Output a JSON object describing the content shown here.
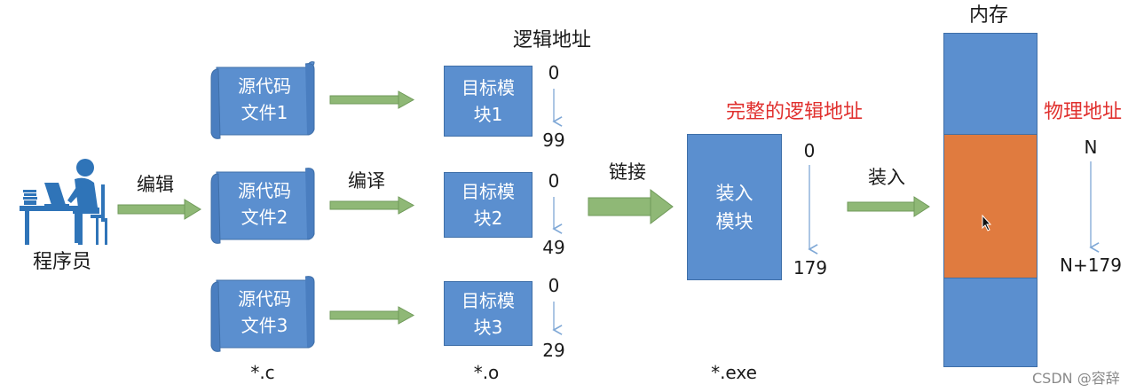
{
  "programmer": {
    "label": "程序员",
    "icon": "programmer-at-computer-icon"
  },
  "edit_label": "编辑",
  "compile_label": "编译",
  "link_label": "链接",
  "load_label": "装入",
  "source_files": [
    {
      "label": "源代码\n文件1"
    },
    {
      "label": "源代码\n文件2"
    },
    {
      "label": "源代码\n文件3"
    }
  ],
  "object_modules": [
    {
      "label": "目标模\n块1",
      "start": "0",
      "end": "99"
    },
    {
      "label": "目标模\n块2",
      "start": "0",
      "end": "49"
    },
    {
      "label": "目标模\n块3",
      "start": "0",
      "end": "29"
    }
  ],
  "logical_address_title": "逻辑地址",
  "load_module": {
    "label": "装入\n模块",
    "start": "0",
    "end": "179"
  },
  "complete_logical_title": "完整的逻辑地址",
  "memory": {
    "title": "内存",
    "physical_title": "物理地址",
    "start": "N",
    "end": "N+179"
  },
  "ext_source": "*.c",
  "ext_object": "*.o",
  "ext_exe": "*.exe",
  "watermark": "CSDN @容辞",
  "colors": {
    "box_blue": "#5b8fcf",
    "arrow_green": "#8fb876",
    "memory_orange": "#e07b3f",
    "red_text": "#e0302e"
  }
}
